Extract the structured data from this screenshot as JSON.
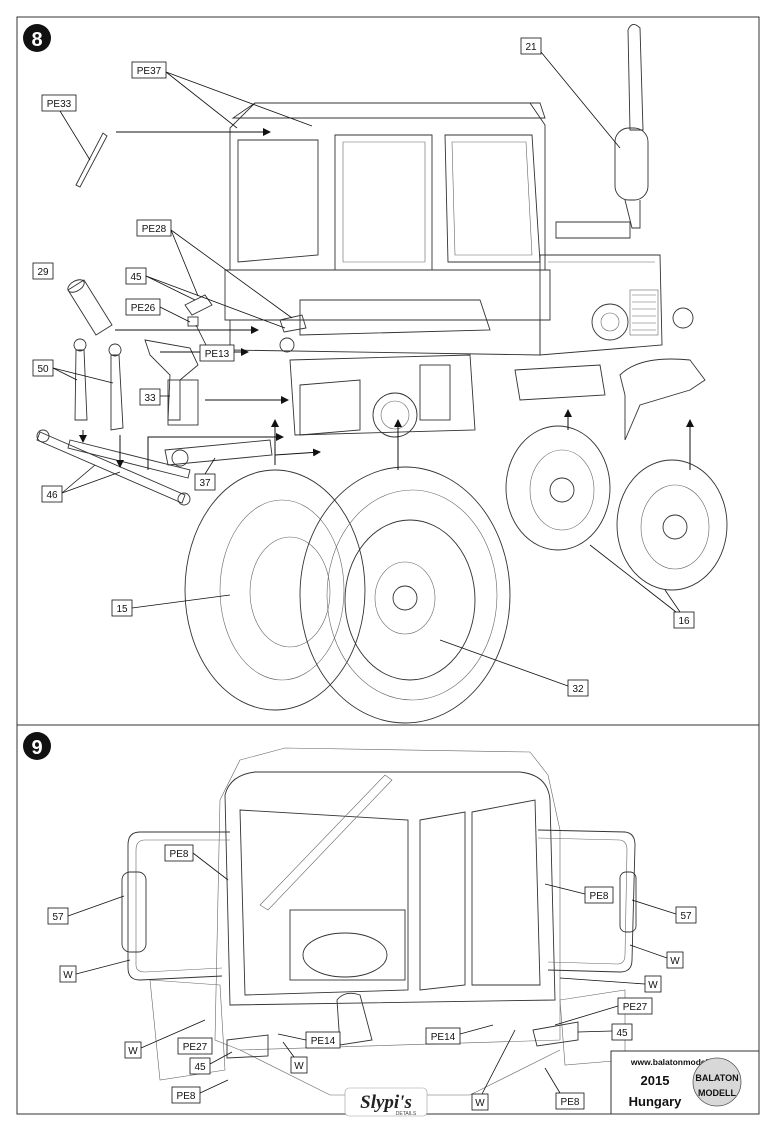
{
  "steps": [
    {
      "number": "8"
    },
    {
      "number": "9"
    }
  ],
  "step8_labels": {
    "pe37": "PE37",
    "pe33": "PE33",
    "c21": "21",
    "pe28": "PE28",
    "c29": "29",
    "c45": "45",
    "pe26": "PE26",
    "pe13": "PE13",
    "c50": "50",
    "c33": "33",
    "c46": "46",
    "c37": "37",
    "c15": "15",
    "c16": "16",
    "c32": "32"
  },
  "step9_labels": {
    "pe8_left_top": "PE8",
    "c57_left": "57",
    "w_left_mid": "W",
    "w_left_low": "W",
    "pe27_left": "PE27",
    "c45_left": "45",
    "pe14_left": "PE14",
    "w_left_small": "W",
    "pe8_left_bottom": "PE8",
    "pe8_right_top": "PE8",
    "c57_right": "57",
    "w_right_mid": "W",
    "w_right_low": "W",
    "pe27_right": "PE27",
    "pe14_right": "PE14",
    "c45_right": "45",
    "w_bottom": "W",
    "pe8_right_bottom": "PE8"
  },
  "footer": {
    "website": "www.balatonmodell.hu",
    "year": "2015",
    "country": "Hungary",
    "brand_logo": "Slypi's",
    "brand_sub": "DETAILS",
    "logo_right_line1": "BALATON",
    "logo_right_line2": "MODELL"
  }
}
